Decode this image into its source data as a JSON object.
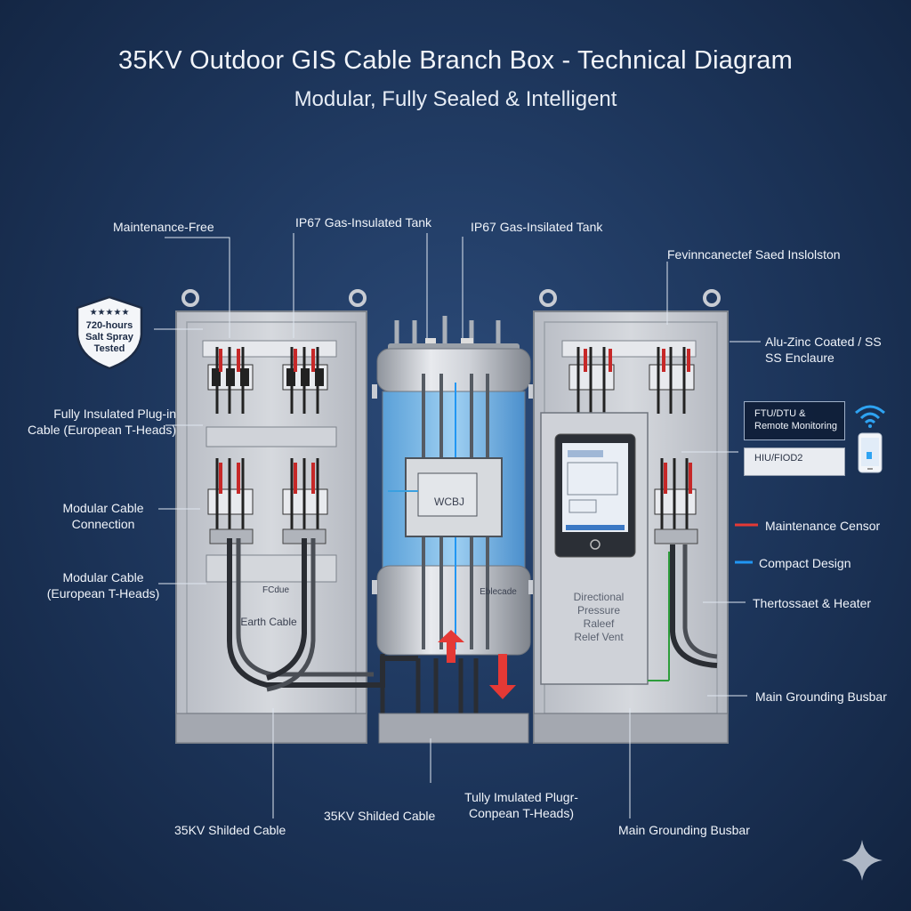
{
  "title": "35KV Outdoor GIS Cable Branch Box - Technical Diagram",
  "subtitle": "Modular, Fully Sealed & Intelligent",
  "labels": {
    "maintenance_free": "Maintenance-Free",
    "ip67_left": "IP67 Gas-Insulated Tank",
    "ip67_right": "IP67 Gas-Insilated Tank",
    "sealed_insulation": "Fevinncanectef Saed Inslolston",
    "alu_zinc_1": "Alu-Zinc Coated / SS",
    "alu_zinc_2": "SS Enclaure",
    "fully_insulated_1": "Fully Insulated Plug-in",
    "fully_insulated_2": "Cable (European T-Heads)",
    "modular_connection_1": "Modular Cable",
    "modular_connection_2": "Connection",
    "modular_cable_1": "Modular Cable",
    "modular_cable_2": "(European T-Heads)",
    "maintenance_sensor": "Maintenance Censor",
    "compact_design": "Compact Design",
    "thermostat": "Thertossaet & Heater",
    "main_grounding_right": "Main Grounding Busbar",
    "shielded_left": "35KV Shilded Cable",
    "shielded_center": "35KV Shilded Cable",
    "tully_1": "Tully Imulated Plugr-",
    "tully_2": "Conpean T-Heads)",
    "main_grounding_bottom": "Main Grounding Busbar"
  },
  "badge": {
    "line1": "720-hours",
    "line2": "Salt Spray",
    "line3": "Tested"
  },
  "monitoring": {
    "line1": "FTU/DTU &",
    "line2": "Remote Monitoring",
    "hiu": "HIU/FIOD2"
  },
  "inner_labels": {
    "vcb": "WCBJ",
    "tank_lower": "Eblecade",
    "fcdue": "FCdue",
    "earth_cable": "Earth Cable",
    "relief_1": "Directional",
    "relief_2": "Pressure",
    "relief_3": "Raleef",
    "relief_4": "Relef Vent"
  },
  "colors": {
    "background": "#1c3459",
    "cabinet": "#c9ccd2",
    "red_conductor": "#c62828",
    "blue_accent": "#2196f3",
    "green_ground": "#2e9d3c",
    "arrow_red": "#e53935"
  },
  "icons": [
    "shield-badge-icon",
    "wifi-icon",
    "smartphone-icon",
    "sparkle-icon"
  ]
}
